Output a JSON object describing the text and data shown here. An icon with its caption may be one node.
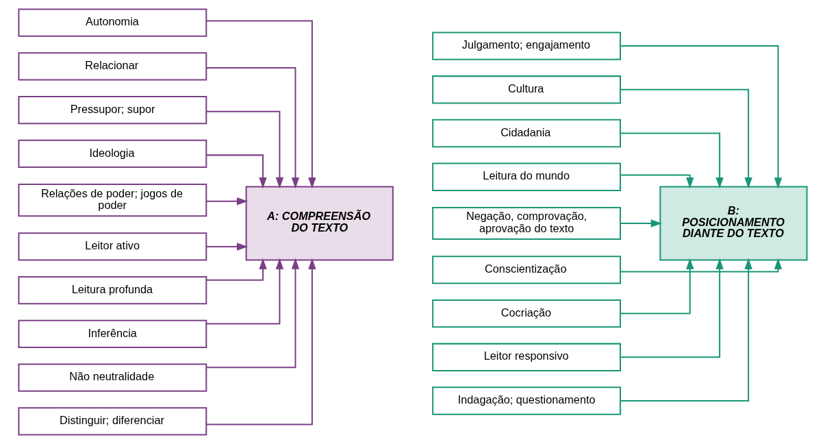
{
  "diagram": {
    "nodes": [
      {
        "text": [
          "Autonomia"
        ]
      },
      {
        "text": [
          "Relacionar"
        ]
      },
      {
        "text": [
          "Pressupor; supor"
        ]
      },
      {
        "text": [
          "Ideologia"
        ]
      },
      {
        "text": [
          "Relações de poder; jogos de poder"
        ]
      },
      {
        "text": [
          "Leitor ativo"
        ]
      },
      {
        "text": [
          "Leitura profunda"
        ]
      },
      {
        "text": [
          "Inferência"
        ]
      },
      {
        "text": [
          "Não neutralidade"
        ]
      },
      {
        "text": [
          "Distinguir; diferenciar"
        ]
      },
      {
        "text": [
          "A: COMPREENSÃO DO TEXTO"
        ]
      },
      {
        "text": [
          "Julgamento; engajamento"
        ]
      },
      {
        "text": [
          "Cultura"
        ]
      },
      {
        "text": [
          "Cidadania"
        ]
      },
      {
        "text": [
          "Leitura do mundo"
        ]
      },
      {
        "text": [
          "Negação, comprovação, aprovação do texto"
        ]
      },
      {
        "text": [
          "Conscientização"
        ]
      },
      {
        "text": [
          "Cocriação"
        ]
      },
      {
        "text": [
          "Leitor responsivo"
        ]
      },
      {
        "text": [
          "Indagação; questionamento"
        ]
      },
      {
        "text": [
          "B: POSICIONAMENTO DIANTE DO TEXTO"
        ]
      }
    ],
    "edges": [
      {
        "from": 0,
        "to": 10,
        "arrow": "to"
      },
      {
        "from": 1,
        "to": 10,
        "arrow": "to"
      },
      {
        "from": 2,
        "to": 10,
        "arrow": "to"
      },
      {
        "from": 3,
        "to": 10,
        "arrow": "to"
      },
      {
        "from": 4,
        "to": 10,
        "arrow": "to"
      },
      {
        "from": 5,
        "to": 10,
        "arrow": "to"
      },
      {
        "from": 6,
        "to": 10,
        "arrow": "to"
      },
      {
        "from": 7,
        "to": 10,
        "arrow": "to"
      },
      {
        "from": 8,
        "to": 10,
        "arrow": "to"
      },
      {
        "from": 9,
        "to": 10,
        "arrow": "to"
      },
      {
        "from": 11,
        "to": 20,
        "arrow": "to",
        "color": "#1a9677"
      },
      {
        "from": 12,
        "to": 20,
        "arrow": "to",
        "color": "#1a9677"
      },
      {
        "from": 13,
        "to": 20,
        "arrow": "to",
        "color": "#1a9677"
      },
      {
        "from": 14,
        "to": 20,
        "arrow": "to",
        "color": "#1a9677"
      },
      {
        "from": 15,
        "to": 20,
        "arrow": "to",
        "color": "#1a9677"
      },
      {
        "from": 16,
        "to": 20,
        "arrow": "to",
        "color": "#1a9677"
      },
      {
        "from": 17,
        "to": 20,
        "arrow": "to",
        "color": "#1a9677"
      },
      {
        "from": 18,
        "to": 20,
        "arrow": "to",
        "color": "#1a9677"
      },
      {
        "from": 19,
        "to": 20,
        "arrow": "to",
        "color": "#1a9677"
      }
    ]
  }
}
